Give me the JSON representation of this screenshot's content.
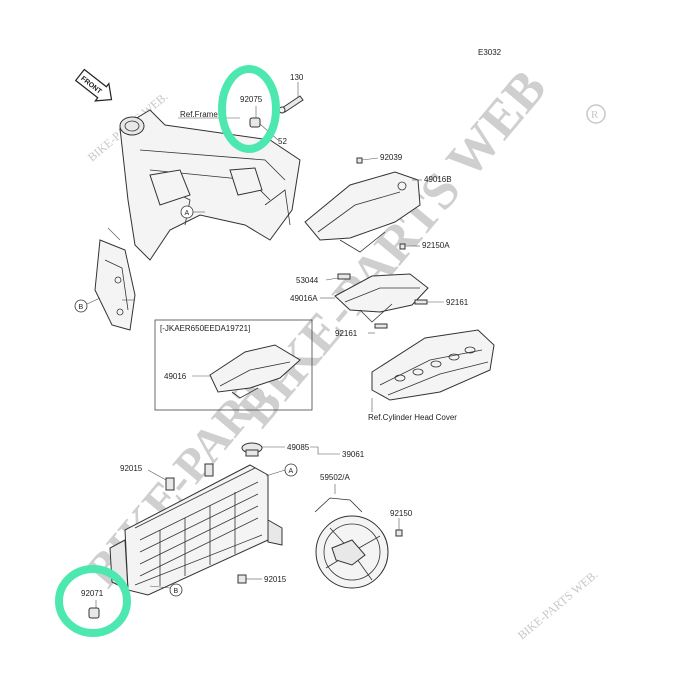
{
  "diagram_id": "E3032",
  "front_label": "FRONT",
  "refs": {
    "frame": "Ref.Frame",
    "cylinder_head_cover": "Ref.Cylinder Head Cover"
  },
  "variant_box_label": "[-JKAER650EEDA19721]",
  "circle_markers": {
    "a": "A",
    "b": "B"
  },
  "part_numbers": {
    "p130": "130",
    "p92075": "92075",
    "p52": "52",
    "p92039": "92039",
    "p49016B": "49016B",
    "p92150A": "92150A",
    "p53044": "53044",
    "p49016A": "49016A",
    "p92161a": "92161",
    "p92161b": "92161",
    "p49016": "49016",
    "p49085": "49085",
    "p39061": "39061",
    "p92015a": "92015",
    "p59502A": "59502/A",
    "p92150": "92150",
    "p92015b": "92015",
    "p92071": "92071"
  },
  "watermarks": {
    "main_top": "BIKE-PARTS WEB",
    "main_bottom": "BIKE-PARTS",
    "small_1": "BIKE-PARTS WEB.",
    "small_2": "BIKE-PARTS WEB."
  },
  "colors": {
    "highlight_circle": "#4de8b0",
    "line": "#333333",
    "watermark": "#cfcfcf"
  }
}
